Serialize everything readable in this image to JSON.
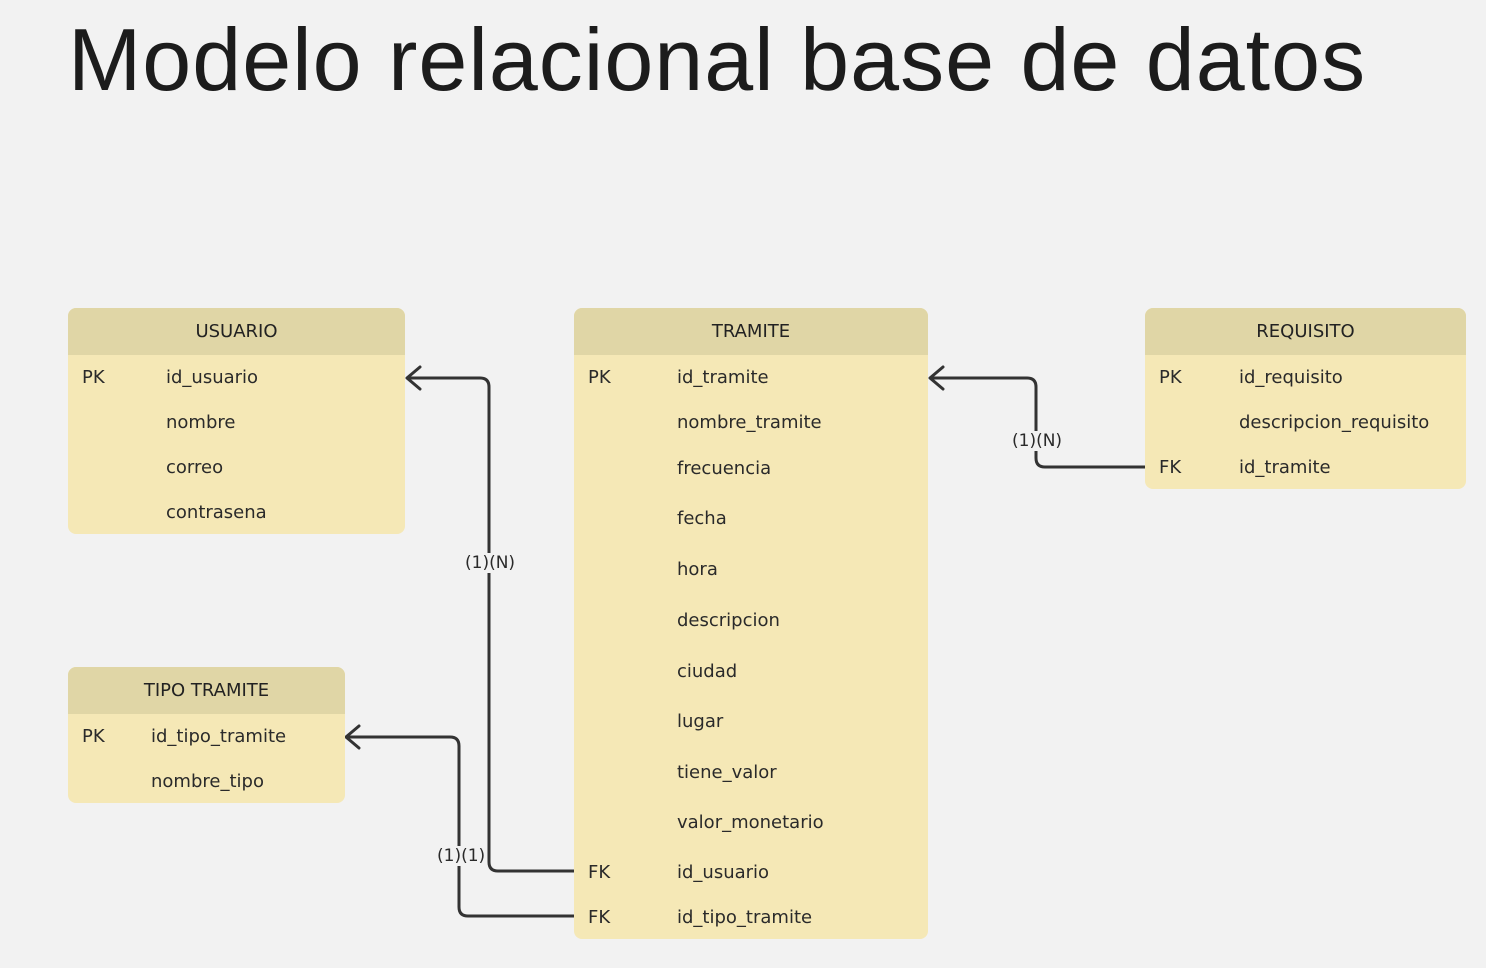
{
  "title": "Modelo relacional base de datos",
  "colors": {
    "background": "#f2f2f2",
    "entity_body": "#f5e8b6",
    "entity_header": "#e0d6a6",
    "connector": "#333333"
  },
  "entities": {
    "usuario": {
      "name": "USUARIO",
      "rows": [
        {
          "key": "PK",
          "attr": "id_usuario"
        },
        {
          "key": "",
          "attr": "nombre"
        },
        {
          "key": "",
          "attr": "correo"
        },
        {
          "key": "",
          "attr": "contrasena"
        }
      ]
    },
    "tipo_tramite": {
      "name": "TIPO TRAMITE",
      "rows": [
        {
          "key": "PK",
          "attr": "id_tipo_tramite"
        },
        {
          "key": "",
          "attr": "nombre_tipo"
        }
      ]
    },
    "tramite": {
      "name": "TRAMITE",
      "rows": [
        {
          "key": "PK",
          "attr": "id_tramite"
        },
        {
          "key": "",
          "attr": "nombre_tramite"
        },
        {
          "key": "",
          "attr": "frecuencia"
        },
        {
          "key": "",
          "attr": "fecha"
        },
        {
          "key": "",
          "attr": "hora"
        },
        {
          "key": "",
          "attr": "descripcion"
        },
        {
          "key": "",
          "attr": "ciudad"
        },
        {
          "key": "",
          "attr": "lugar"
        },
        {
          "key": "",
          "attr": "tiene_valor"
        },
        {
          "key": "",
          "attr": "valor_monetario"
        },
        {
          "key": "FK",
          "attr": "id_usuario"
        },
        {
          "key": "FK",
          "attr": "id_tipo_tramite"
        }
      ]
    },
    "requisito": {
      "name": "REQUISITO",
      "rows": [
        {
          "key": "PK",
          "attr": "id_requisito"
        },
        {
          "key": "",
          "attr": "descripcion_requisito"
        },
        {
          "key": "FK",
          "attr": "id_tramite"
        }
      ]
    }
  },
  "relationships": [
    {
      "from": "tramite.id_usuario",
      "to": "usuario.id_usuario",
      "cardinality": "(1)(N)"
    },
    {
      "from": "tramite.id_tipo_tramite",
      "to": "tipo_tramite.id_tipo_tramite",
      "cardinality": "(1)(1)"
    },
    {
      "from": "requisito.id_tramite",
      "to": "tramite.id_tramite",
      "cardinality": "(1)(N)"
    }
  ]
}
